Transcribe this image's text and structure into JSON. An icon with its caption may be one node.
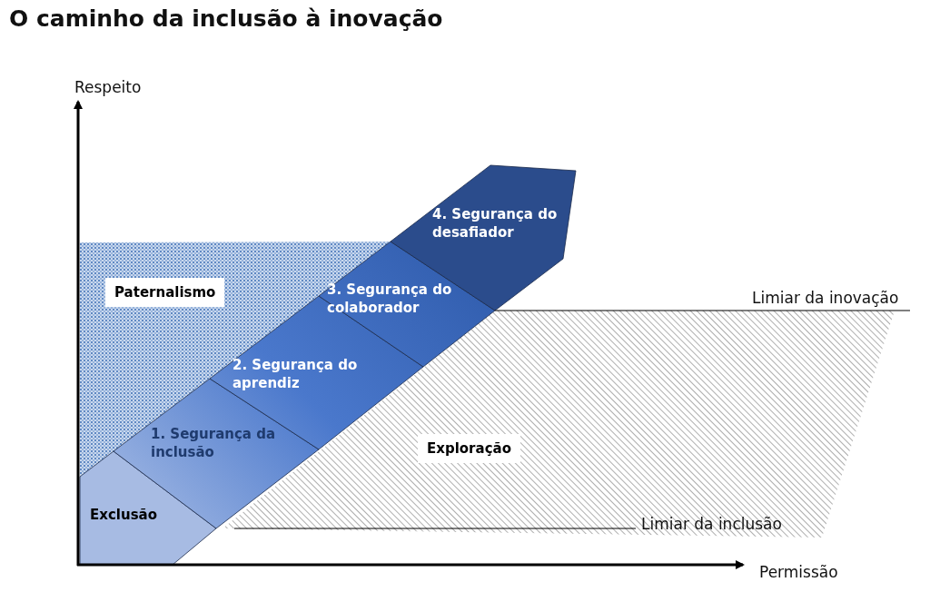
{
  "diagram": {
    "title": "O caminho da inclusão à inovação",
    "nodes": [
      {
        "text": [
          "4. Segurança do desafiador"
        ]
      },
      {
        "text": [
          "Paternalismo"
        ]
      },
      {
        "text": [
          "3. Segurança do colaborador"
        ]
      },
      {
        "text": [
          "2. Segurança do aprendiz"
        ]
      },
      {
        "text": [
          "1. Segurança da inclusão"
        ]
      },
      {
        "text": [
          "Exploração"
        ]
      },
      {
        "text": [
          "Exclusão"
        ]
      }
    ],
    "labels": [
      "Respeito",
      "Limiar da inovação",
      "Limiar da inclusão",
      "Permissão"
    ]
  }
}
